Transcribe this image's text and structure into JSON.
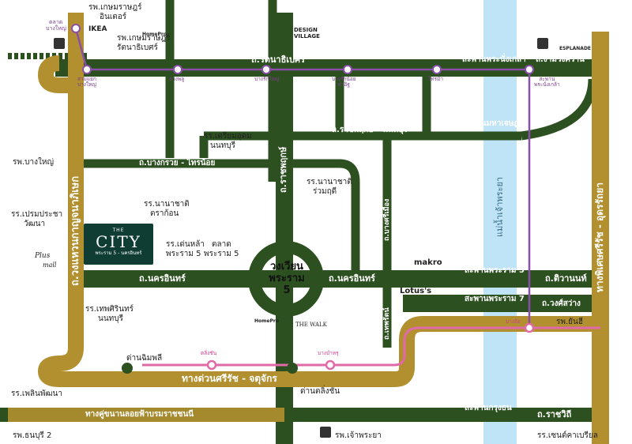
{
  "roads": {
    "ratanathibet": "ถ.รัตนาธิเบศร์",
    "bridge_nonthaburi": "สะพานพระนั่งเกล้า",
    "chamuang_kwan": "ถ.งามวงศ์วาน",
    "ratchaphruek_nonthaburi": "ถ.ราชพฤกษ์ - นนทบุรี",
    "bridge_maha_chesada": "สะพานมหาเจษฎาฯ",
    "bangkruai_sainoi": "ถ.บางกรวย - ไทรน้อย",
    "ratchaphruek": "ถ.ราชพฤกษ์",
    "bang_si_mueang": "ถ.บางศรีเมือง",
    "nakhon_in_left": "ถ.นครอินทร์",
    "nakhon_in_right": "ถ.นครอินทร์",
    "kanchanaphisek": "ถ.วงแหวนกาญจนาภิเษก",
    "phra_ram5_bridge": "สะพานพระราม 5",
    "phra_ram7_bridge": "สะพานพระราม 7",
    "tiwanon": "ถ.ติวานนท์",
    "wongsawang": "ถ.วงศ์สว่าง",
    "thep_rat": "ถ.เทพรัตน์",
    "expressway": "ทางด่วนศรีรัช - จตุจักร",
    "kaset": "ทางพิเศษศรีรัช - อุดรรัถยา",
    "chao_phraya": "แม่น้ำเจ้าพระยา",
    "elevated": "ทางคู่ขนานลอยฟ้าบรมราชชนนี",
    "krung_thon_bridge": "สะพานกรุงธน",
    "ratchawithi": "ถ.ราชวิถี",
    "circle_line1": "วงเวียน",
    "circle_line2": "พระราม",
    "circle_line3": "5"
  },
  "places": {
    "kasemrad_inter_1": "รพ.เกษมราษฎร์",
    "kasemrad_inter_2": "อินเตอร์",
    "ikea": "IKEA",
    "homepro_top": "HomePro",
    "design_village_1": "DESIGN",
    "design_village_2": "VILLAGE",
    "kasemrad_rat_1": "รพ.เกษมราษฎร์",
    "kasemrad_rat_2": "รัตนาธิเบศร์",
    "market_bang_yai_1": "ตลาด",
    "market_bang_yai_2": "บางใหญ่",
    "esplanade": "ESPLANADE",
    "triam_udom_1": "รร.เตรียมอุดม",
    "triam_udom_2": "นนทบุรี",
    "bang_yai_hosp": "รพ.บางใหญ่",
    "prem_1": "รร.เปรมประชา",
    "prem_2": "วัฒนา",
    "nanachat_1": "รร.นานาชาติ",
    "nanachat_2": "ตราก้อน",
    "nanachat_ruam_1": "รร.นานาชาติ",
    "nanachat_ruam_2": "ร่วมฤดี",
    "tenla_1": "รร.เด่นหล้า",
    "tenla_2": "พระราม 5",
    "market_r5_1": "ตลาด",
    "market_r5_2": "พระราม 5",
    "makro": "makro",
    "lotus": "Lotus's",
    "plus_mall_1": "Plus",
    "plus_mall_2": "mall",
    "thepsirin_1": "รร.เทพศิรินทร์",
    "thepsirin_2": "นนทบุรี",
    "homepro_mid": "HomePro",
    "the_walk": "THE WALK",
    "dan_chimphli": "ด่านฉิมพลี",
    "dan_taling_chan": "ด่านตลิ่งชัน",
    "phyathai": "รพ.ยันฮี",
    "phen_phatthana": "รร.เพลินพัฒนา",
    "thonburi2": "รพ.ธนบุรี 2",
    "chao_phraya_hosp": "รพ.เจ้าพระยา",
    "saint_gabriel": "รร.เซนต์คาเบรียล"
  },
  "project": {
    "the": "THE",
    "name": "CITY",
    "sub": "พระราม 5 - นครอินทร์"
  },
  "stations": {
    "purple": [
      {
        "label": "สามแยก\nบางใหญ่"
      },
      {
        "label": "บางพลู"
      },
      {
        "label": "บางรักใหญ่"
      },
      {
        "label": "บางรักน้อย\nท่าอิฐ"
      },
      {
        "label": "ไทรม้า"
      },
      {
        "label": "สะพาน\nพระนั่งเกล้า"
      }
    ],
    "pink": [
      {
        "label": "ตลิ่งชัน"
      },
      {
        "label": "บางบำหรุ"
      },
      {
        "label": "บางอ้อ"
      }
    ]
  },
  "colors": {
    "road_green": "#2d5020",
    "highway_gold": "#b3902f",
    "river": "#bfe3f7",
    "purple_line": "#8a4fa8",
    "pink_line": "#e06aa7"
  }
}
